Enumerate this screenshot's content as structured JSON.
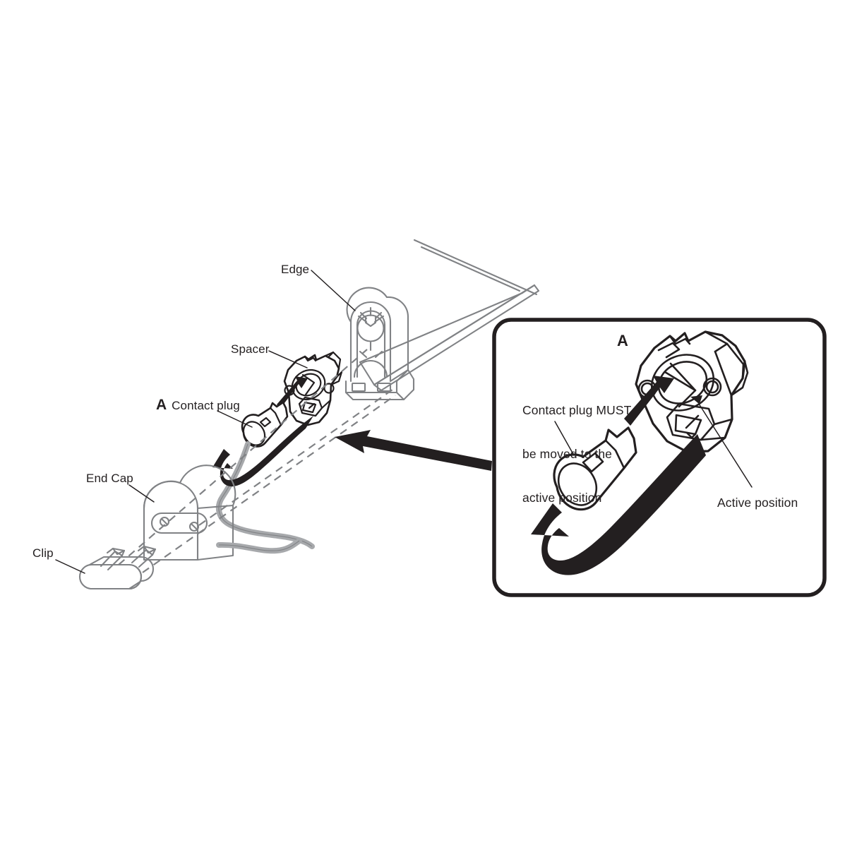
{
  "figure": {
    "type": "technical-exploded-assembly-diagram",
    "background_color": "#ffffff",
    "line_color_dark": "#231f20",
    "line_color_grey": "#808285",
    "cable_color": "#a7a9ac"
  },
  "main_view": {
    "labels": {
      "edge": "Edge",
      "spacer": "Spacer",
      "contact_plug_marker": "A",
      "contact_plug": "Contact plug",
      "end_cap": "End Cap",
      "clip": "Clip"
    },
    "parts": [
      {
        "name": "Edge",
        "note": "arched edge-clip bracket mounted on rail"
      },
      {
        "name": "Spacer",
        "note": "connector body / socket housing"
      },
      {
        "name": "Contact plug",
        "marker": "A",
        "note": "cylindrical plug on cable"
      },
      {
        "name": "End Cap",
        "note": "rounded end cap with two screws"
      },
      {
        "name": "Clip",
        "note": "rounded clip with two tabs"
      }
    ]
  },
  "detail_callout": {
    "marker": "A",
    "instruction_line_1": "Contact plug MUST",
    "instruction_line_2": "be moved to the",
    "instruction_line_3": "active position",
    "instruction_full": "Contact plug MUST be moved to the active position",
    "active_position_label": "Active position",
    "arrows": [
      {
        "name": "insert-arrow",
        "meaning": "plug inserts into socket"
      },
      {
        "name": "rotate-arrow",
        "meaning": "plug swings up into active position"
      }
    ]
  },
  "callout_link": {
    "name": "callout-pointer-arrow",
    "direction": "left",
    "from": "detail-box",
    "to": "contact-plug-in-main-view"
  }
}
